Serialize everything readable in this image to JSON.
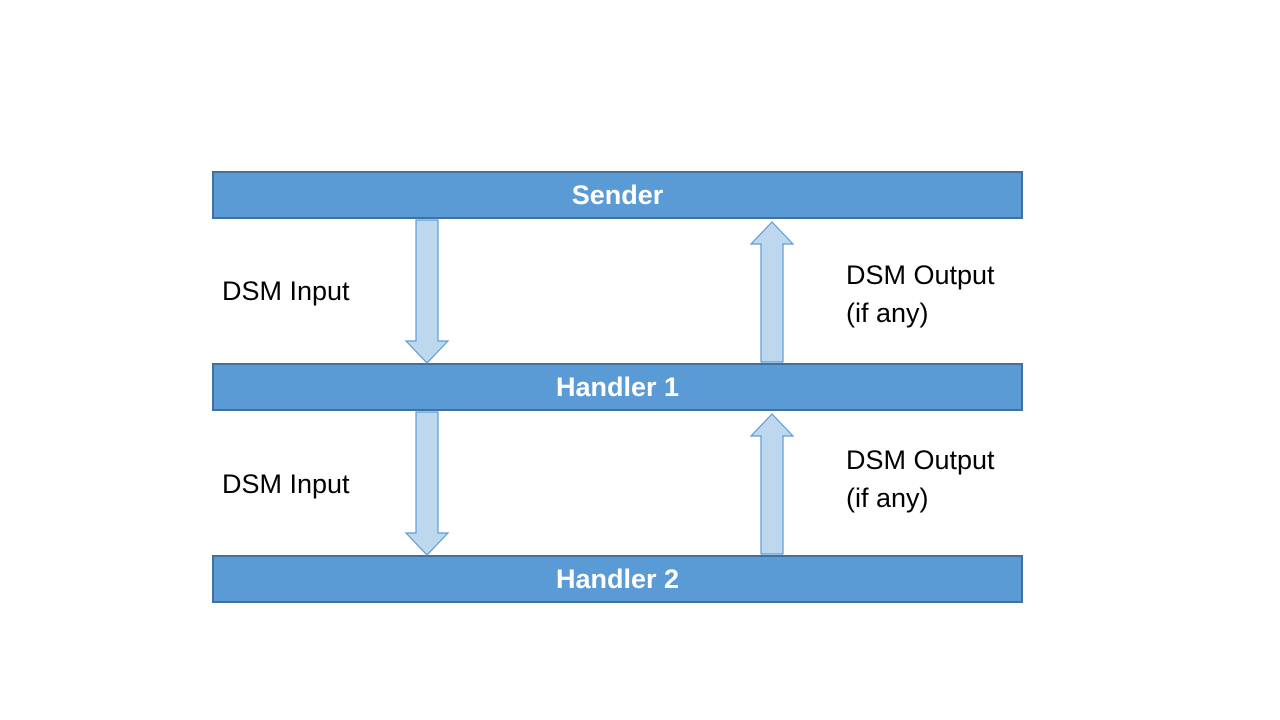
{
  "layers": [
    {
      "id": "sender",
      "label": "Sender"
    },
    {
      "id": "handler1",
      "label": "Handler 1"
    },
    {
      "id": "handler2",
      "label": "Handler 2"
    }
  ],
  "flows": [
    {
      "between": [
        "Sender",
        "Handler 1"
      ],
      "down_label": "DSM Input",
      "up_label": [
        "DSM Output",
        "(if any)"
      ]
    },
    {
      "between": [
        "Handler 1",
        "Handler 2"
      ],
      "down_label": "DSM Input",
      "up_label": [
        "DSM Output",
        "(if any)"
      ]
    }
  ],
  "colors": {
    "bar_fill": "#5b9bd5",
    "bar_border": "#41719c",
    "arrow_fill": "#bdd7ee",
    "arrow_stroke": "#5b9bd5",
    "bar_text": "#ffffff",
    "label_text": "#000000"
  }
}
